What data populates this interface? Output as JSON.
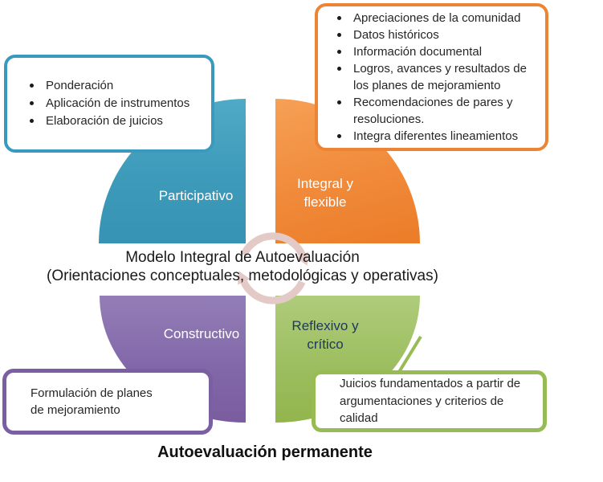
{
  "diagram": {
    "title_line1": "Modelo Integral de Autoevaluación",
    "title_line2": "(Orientaciones conceptuales, metodológicas y operativas)",
    "footer_title": "Autoevaluación permanente",
    "icon": {
      "name": "cycle-arrows-icon",
      "color": "#E4CAC6"
    },
    "quadrants": {
      "participativo": {
        "label": "Participativo",
        "color_top": "#4FAAC6",
        "color_bottom": "#3793B3",
        "label_color": "#FFFFFF"
      },
      "integral": {
        "label": "Integral y flexible",
        "color_top": "#F6A055",
        "color_bottom": "#EB7C28",
        "label_color": "#FFFFFF"
      },
      "constructivo": {
        "label": "Constructivo",
        "color_top": "#947EB7",
        "color_bottom": "#7A5C9F",
        "label_color": "#FFFFFF"
      },
      "reflexivo": {
        "label": "Reflexivo y crítico",
        "color_top": "#AFCC7B",
        "color_bottom": "#92B54C",
        "label_color": "#1F3864"
      }
    },
    "callouts": {
      "participativo": {
        "border_color": "#3A9ABE",
        "items": [
          "Ponderación",
          "Aplicación de instrumentos",
          "Elaboración de juicios"
        ]
      },
      "integral": {
        "border_color": "#EE8433",
        "items": [
          "Apreciaciones de la comunidad",
          "Datos históricos",
          "Información documental",
          "Logros, avances y resultados de los planes de mejoramiento",
          "Recomendaciones de pares y resoluciones.",
          "Integra diferentes lineamientos"
        ]
      },
      "constructivo": {
        "border_color": "#7B5FA3",
        "text": "Formulación de planes de mejoramiento"
      },
      "reflexivo": {
        "border_color": "#97BC55",
        "text": "Juicios fundamentados a partir de argumentaciones y criterios de calidad"
      }
    }
  }
}
